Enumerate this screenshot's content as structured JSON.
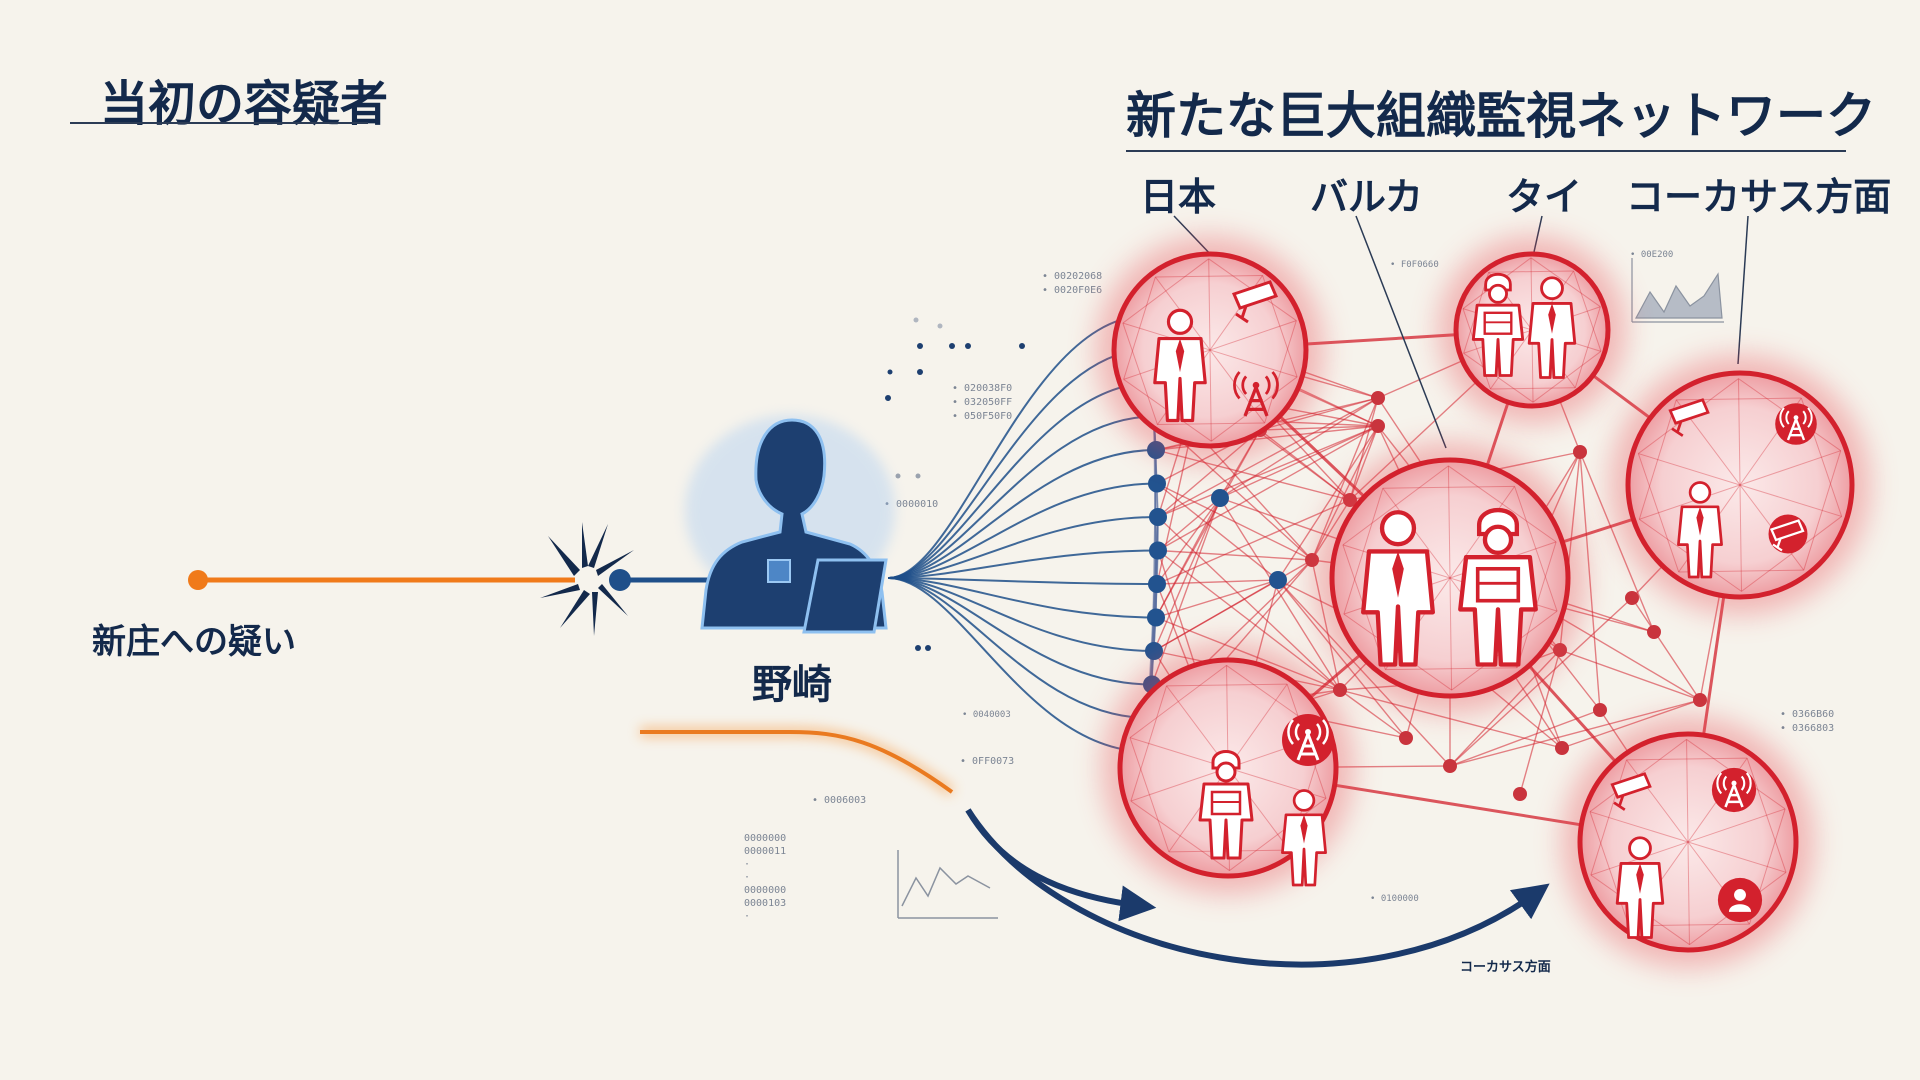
{
  "titles": {
    "left": "当初の容疑者",
    "right": "新たな巨大組織監視ネットワーク"
  },
  "regions": [
    "日本",
    "バルカ",
    "タイ",
    "コーカサス方面"
  ],
  "labels": {
    "suspicion": "新庄への疑い",
    "person": "野崎",
    "arrow_label": "コーカサス方面"
  },
  "codes": {
    "c1": "• 00202068\n• 0020F0E6",
    "c2": "• 020038F0\n• 032050FF\n• 050F50F0",
    "c3": "• 0000010",
    "c4": "• 0040003",
    "c5": "• 0FF0073",
    "c6": "• 0006003",
    "c7": "0000000\n0000011\n·\n·\n0000000\n0000103\n·",
    "c8": "• F0F0660",
    "c9": "• 00E200",
    "c10": "• 0366B60\n• 0366803",
    "c11": "• 0100000"
  },
  "colors": {
    "navy": "#13294b",
    "blue": "#1f4f8a",
    "network_red": "#d3212d",
    "orange": "#f07a1a"
  },
  "icons": {
    "person": "person-silhouette-icon",
    "tablet": "tablet-icon",
    "break": "break-burst-icon",
    "businessman": "businessman-icon",
    "soldier": "soldier-icon",
    "camera": "security-camera-icon",
    "tower": "radio-tower-icon",
    "user": "user-icon"
  }
}
